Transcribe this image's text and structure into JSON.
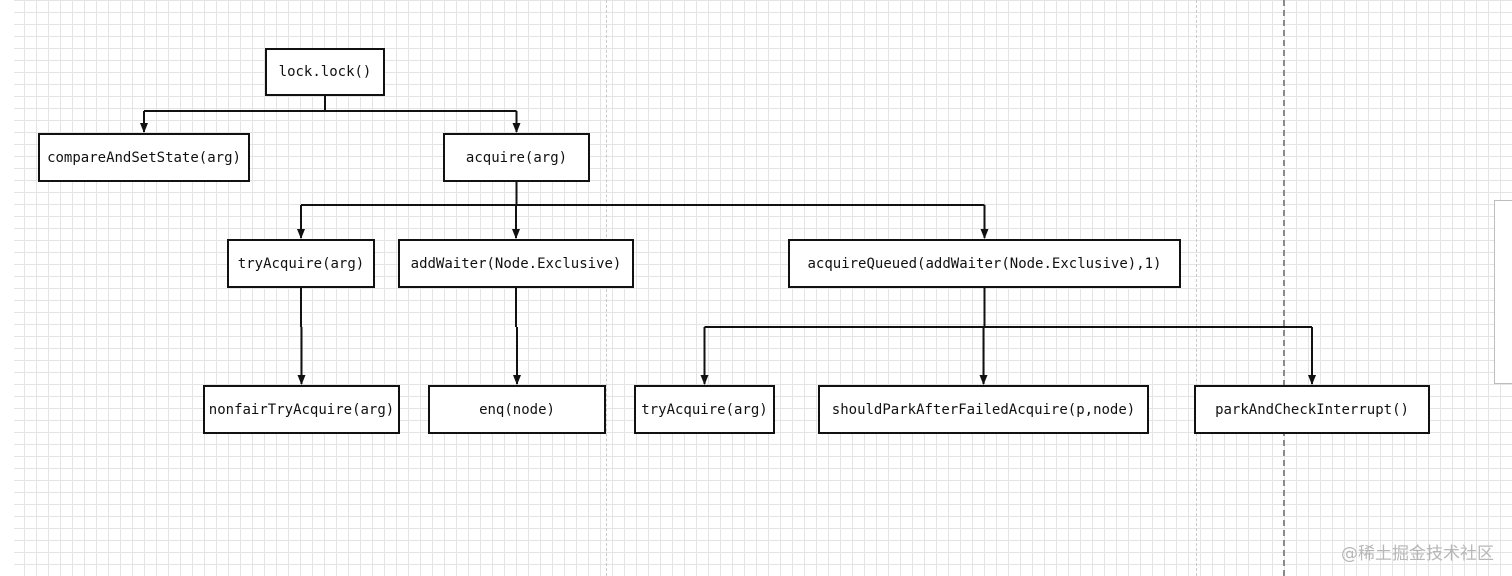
{
  "diagram": {
    "nodes": [
      {
        "id": "lock",
        "label": "lock.lock()"
      },
      {
        "id": "cas",
        "label": "compareAndSetState(arg)"
      },
      {
        "id": "acquire",
        "label": "acquire(arg)"
      },
      {
        "id": "tryAcquire1",
        "label": "tryAcquire(arg)"
      },
      {
        "id": "addWaiter",
        "label": "addWaiter(Node.Exclusive)"
      },
      {
        "id": "acquireQueued",
        "label": "acquireQueued(addWaiter(Node.Exclusive),1)"
      },
      {
        "id": "nonfair",
        "label": "nonfairTryAcquire(arg)"
      },
      {
        "id": "enq",
        "label": "enq(node)"
      },
      {
        "id": "tryAcquire2",
        "label": "tryAcquire(arg)"
      },
      {
        "id": "shouldPark",
        "label": "shouldParkAfterFailedAcquire(p,node)"
      },
      {
        "id": "parkCheck",
        "label": "parkAndCheckInterrupt()"
      }
    ],
    "edges": [
      {
        "from": "lock",
        "to": "cas"
      },
      {
        "from": "lock",
        "to": "acquire"
      },
      {
        "from": "acquire",
        "to": "tryAcquire1"
      },
      {
        "from": "acquire",
        "to": "addWaiter"
      },
      {
        "from": "acquire",
        "to": "acquireQueued"
      },
      {
        "from": "tryAcquire1",
        "to": "nonfair"
      },
      {
        "from": "addWaiter",
        "to": "enq"
      },
      {
        "from": "acquireQueued",
        "to": "tryAcquire2"
      },
      {
        "from": "acquireQueued",
        "to": "shouldPark"
      },
      {
        "from": "acquireQueued",
        "to": "parkCheck"
      }
    ]
  },
  "watermark": "@稀土掘金技术社区",
  "colors": {
    "line": "#111111",
    "grid": "#e4e4e4",
    "watermark": "#b7b7b7"
  }
}
